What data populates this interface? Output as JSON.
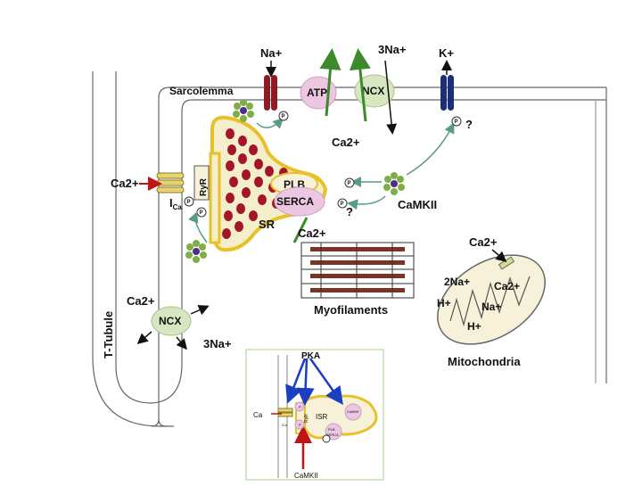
{
  "labels": {
    "sarcolemma": "Sarcolemma",
    "na": "Na+",
    "three_na_top": "3Na+",
    "k": "K+",
    "atp": "ATP",
    "ncx_top": "NCX",
    "ca_mid": "Ca2+",
    "ca_left": "Ca2+",
    "ica_i": "I",
    "ica_sub": "Ca",
    "ryr": "RyR",
    "sr": "SR",
    "plb": "PLB",
    "serca": "SERCA",
    "camkii": "CaMKII",
    "ca_myo": "Ca2+",
    "myofilaments": "Myofilaments",
    "ca_mito": "Ca2+",
    "two_na": "2Na+",
    "ca_mito_in": "Ca2+",
    "h_plus_1": "H+",
    "na_mito": "Na+",
    "h_plus_2": "H+",
    "mitochondria": "Mitochondria",
    "t_tubule": "T-Tubule",
    "ca_bottom": "Ca2+",
    "ncx_bottom": "NCX",
    "three_na_bottom": "3Na+",
    "q1": "?",
    "q2": "?",
    "p": "P"
  },
  "inset": {
    "pka": "PKA",
    "ca": "Ca",
    "ryr": "RyR",
    "isr": "ISR",
    "camkii": "CaMKII",
    "ica": "ICa",
    "plb": "PLB",
    "serca": "SERCA",
    "p": "P"
  },
  "colors": {
    "membrane": "#666666",
    "sr_fill": "#f4eecb",
    "sr_outline": "#e8c12a",
    "granule": "#a3162a",
    "channel_red": "#8e1b22",
    "channel_blue": "#1e2f7a",
    "pump_fill": "#ecc7e2",
    "ncx_fill": "#d7e8c0",
    "arrow_green": "#3d8a2a",
    "arrow_teal": "#5a9a88",
    "inset_border": "#b7d7a3",
    "inset_blue": "#1a3fc0",
    "inset_red": "#c01515"
  }
}
